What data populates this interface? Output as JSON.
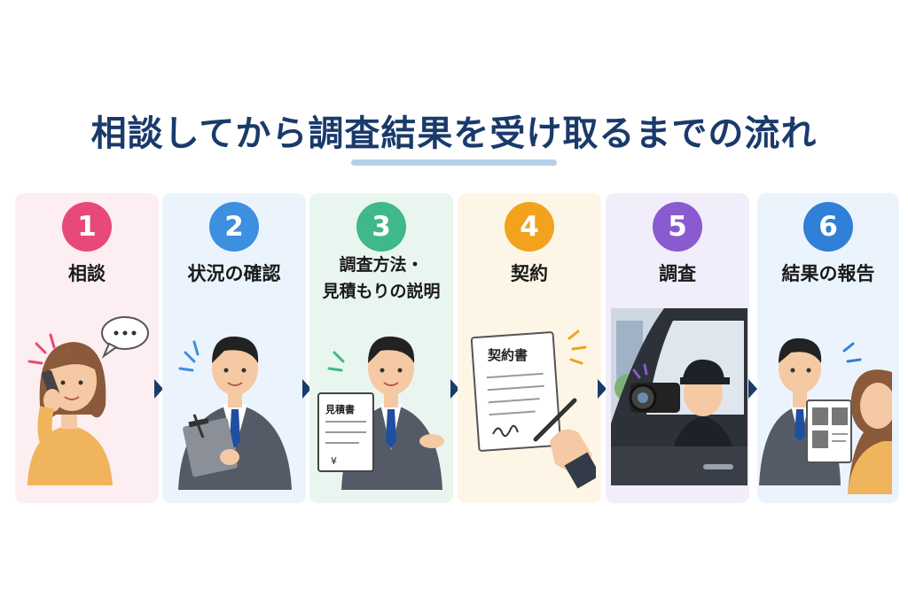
{
  "title": "相談してから調査結果を受け取るまでの流れ",
  "steps": [
    {
      "number": "1",
      "label": "相談",
      "color": "#e8497a"
    },
    {
      "number": "2",
      "label": "状況の確認",
      "color": "#3d8fe0"
    },
    {
      "number": "3",
      "label": "調査方法・\n見積もりの説明",
      "color": "#3fb88a"
    },
    {
      "number": "4",
      "label": "契約",
      "color": "#f2a21c"
    },
    {
      "number": "5",
      "label": "調査",
      "color": "#8a5ad0"
    },
    {
      "number": "6",
      "label": "結果の報告",
      "color": "#2f80d6"
    }
  ],
  "illustrations": {
    "estimate_doc_title": "見積書",
    "estimate_currency": "¥",
    "contract_doc_title": "契約書"
  }
}
